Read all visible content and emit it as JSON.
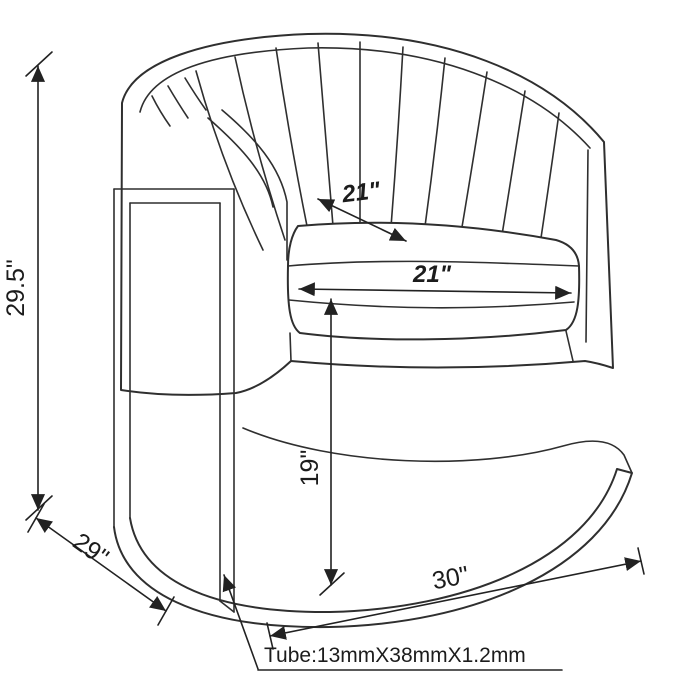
{
  "figure": {
    "type": "product-dimension-diagram",
    "subject": "channel-tufted barrel accent chair with cantilever metal tube base",
    "line_color": "#2f2f2f",
    "background": "#ffffff"
  },
  "dimensions": {
    "overall_height": "29.5\"",
    "seat_depth": "21\"",
    "seat_width": "21\"",
    "seat_height": "19\"",
    "overall_depth": "29\"",
    "overall_width": "30\"",
    "tube_spec": "Tube:13mmX38mmX1.2mm"
  }
}
